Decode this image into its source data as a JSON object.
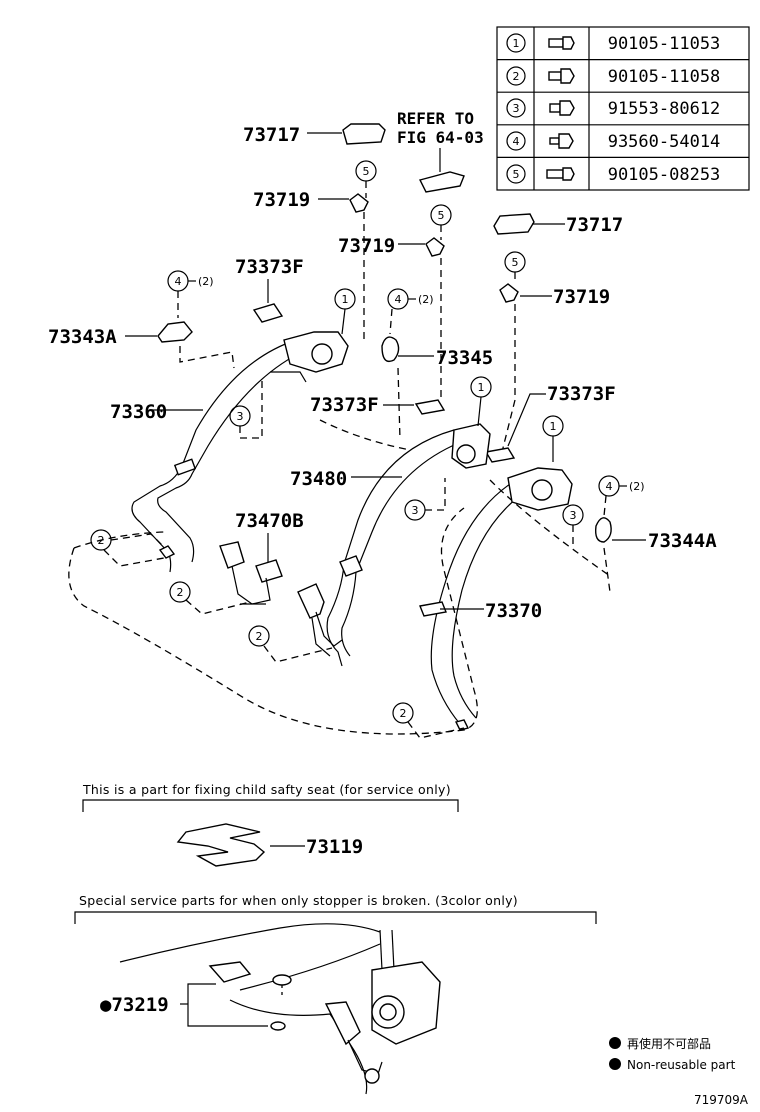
{
  "fastener_table": [
    {
      "ref": "1",
      "icon": "bolt-icon",
      "part": "90105-11053"
    },
    {
      "ref": "2",
      "icon": "bolt-icon",
      "part": "90105-11058"
    },
    {
      "ref": "3",
      "icon": "bolt-icon",
      "part": "91553-80612"
    },
    {
      "ref": "4",
      "icon": "bolt-icon",
      "part": "93560-54014"
    },
    {
      "ref": "5",
      "icon": "bolt-icon",
      "part": "90105-08253"
    }
  ],
  "refer_line1": "REFER TO",
  "refer_line2": "FIG 64-03",
  "labels": {
    "p73717_a": "73717",
    "p73717_b": "73717",
    "p73719_a": "73719",
    "p73719_b": "73719",
    "p73719_c": "73719",
    "p73373F_a": "73373F",
    "p73373F_b": "73373F",
    "p73373F_c": "73373F",
    "p73343A": "73343A",
    "p73345": "73345",
    "p73360": "73360",
    "p73480": "73480",
    "p73470B": "73470B",
    "p73344A": "73344A",
    "p73370": "73370",
    "p73119": "73119",
    "p73219": "●73219"
  },
  "qty_2": "(2)",
  "callouts": {
    "c1": "1",
    "c2": "2",
    "c3": "3",
    "c4": "4",
    "c5": "5"
  },
  "notes": {
    "child_seat": "This is a part for fixing child safty seat (for service only)",
    "stopper": "Special service parts for when only stopper is broken. (3color only)"
  },
  "legend": {
    "jp": "再使用不可部品",
    "en": "Non-reusable part"
  },
  "figure_id": "719709A"
}
